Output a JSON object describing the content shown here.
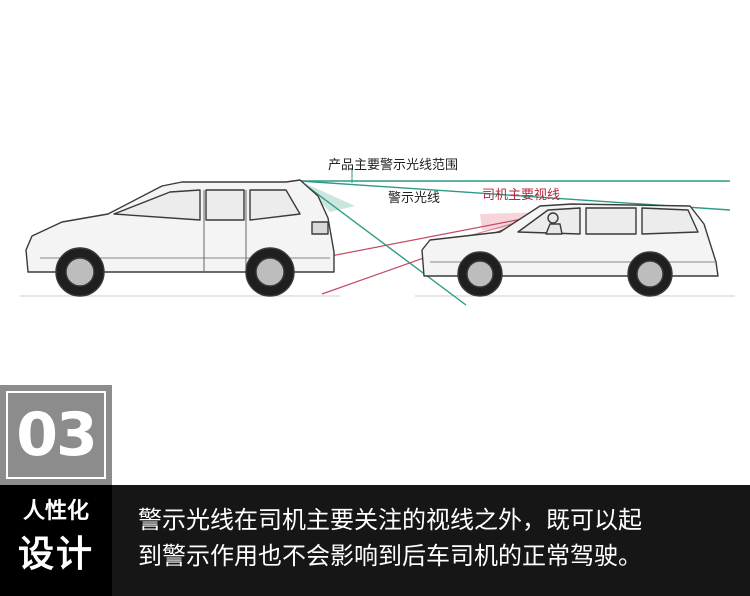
{
  "diagram": {
    "label_main_range": "产品主要警示光线范围",
    "label_warning_beam": "警示光线",
    "label_driver_view": "司机主要视线"
  },
  "footer": {
    "number": "03",
    "feature_line1": "人性化",
    "feature_line2": "设计",
    "description_line1": "警示光线在司机主要关注的视线之外，既可以起",
    "description_line2": "到警示作用也不会影响到后车司机的正常驾驶。"
  },
  "colors": {
    "beam": "#2f9a86",
    "sight": "#c44a62",
    "dark_bar": "#161616",
    "badge_gray": "#8c8c8c"
  }
}
